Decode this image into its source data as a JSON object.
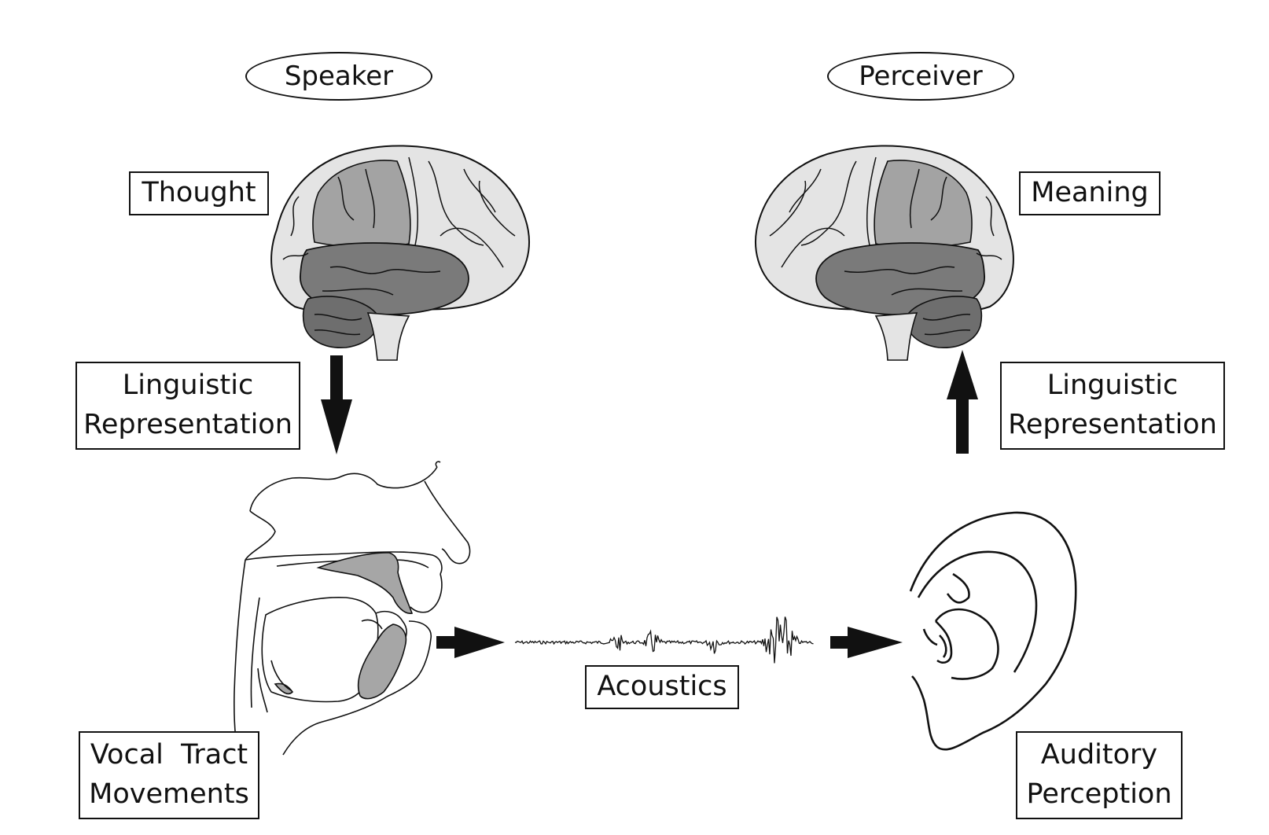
{
  "speaker_label": "Speaker",
  "perceiver_label": "Perceiver",
  "thought_label": "Thought",
  "meaning_label": "Meaning",
  "speaker_linguistic": {
    "line1": "Linguistic",
    "line2": "Representation"
  },
  "perceiver_linguistic": {
    "line1": "Linguistic",
    "line2": "Representation"
  },
  "vocal_tract": {
    "line1": "Vocal  Tract",
    "line2": "Movements"
  },
  "acoustics_label": "Acoustics",
  "auditory": {
    "line1": "Auditory",
    "line2": "Perception"
  },
  "colors": {
    "line": "#111111",
    "brain_light": "#e4e4e4",
    "brain_mid": "#a3a3a3",
    "brain_dark": "#7a7a7a",
    "brain_cerebellum": "#6e6e6e",
    "tract_fill": "#a6a6a6"
  },
  "icons": [
    "brain-icon",
    "vocal-tract-icon",
    "waveform-icon",
    "ear-icon",
    "arrow-icon"
  ]
}
